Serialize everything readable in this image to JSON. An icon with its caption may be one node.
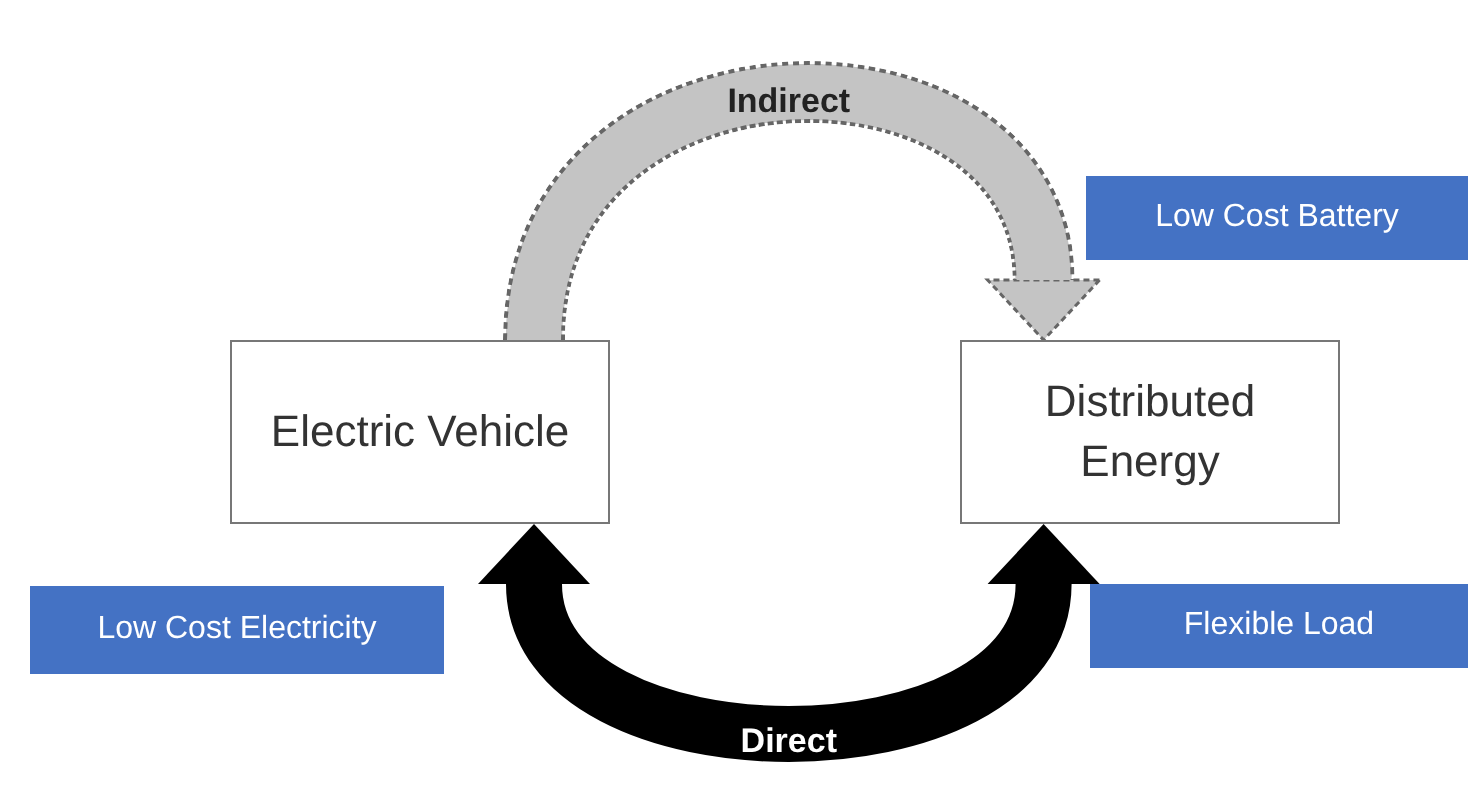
{
  "diagram": {
    "nodes": [
      {
        "text": [
          "Low Cost Battery"
        ]
      },
      {
        "text": [
          "Electric Vehicle"
        ]
      },
      {
        "text": [
          "Distributed Energy"
        ]
      },
      {
        "text": [
          "Low Cost Electricity"
        ]
      },
      {
        "text": [
          "Flexible Load"
        ]
      }
    ],
    "edges": [
      {
        "from": 1,
        "to": 2,
        "arrow": "to",
        "label": "Indirect",
        "style": "dashed",
        "color": "#c4c4c4"
      },
      {
        "from": 1,
        "to": 2,
        "arrow": "both",
        "label": "Direct",
        "color": "#000000"
      }
    ]
  }
}
